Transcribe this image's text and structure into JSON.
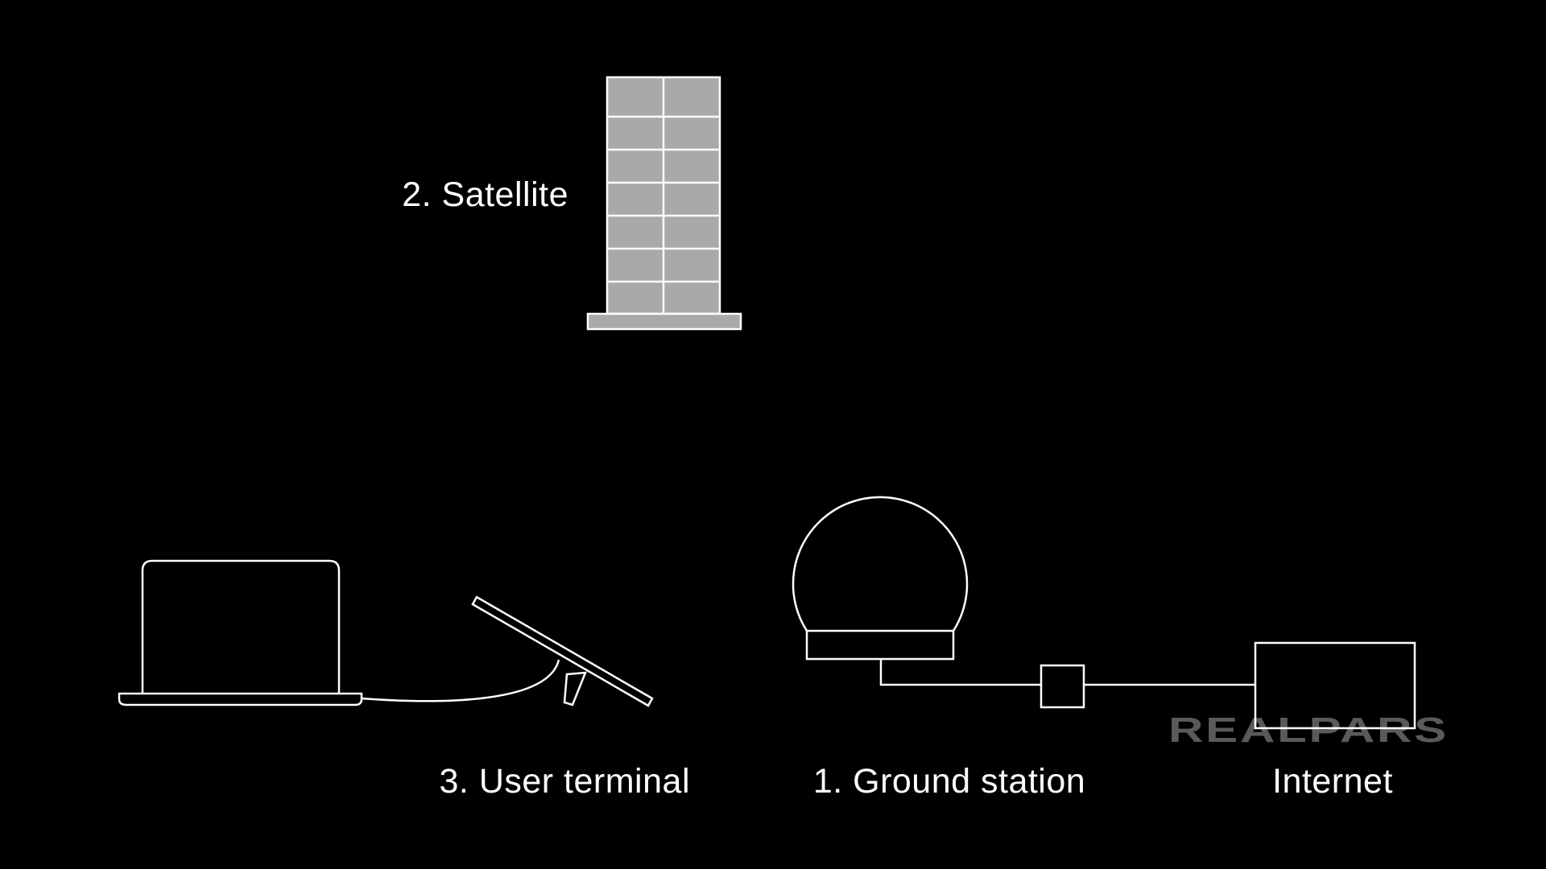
{
  "labels": {
    "satellite": "2. Satellite",
    "user_terminal": "3. User terminal",
    "ground_station": "1. Ground station",
    "internet": "Internet"
  },
  "watermark": "REALPARS",
  "colors": {
    "background": "#000000",
    "line": "#ffffff",
    "satellite_panel": "#a9a9a9",
    "watermark": "#5a5a5a"
  }
}
